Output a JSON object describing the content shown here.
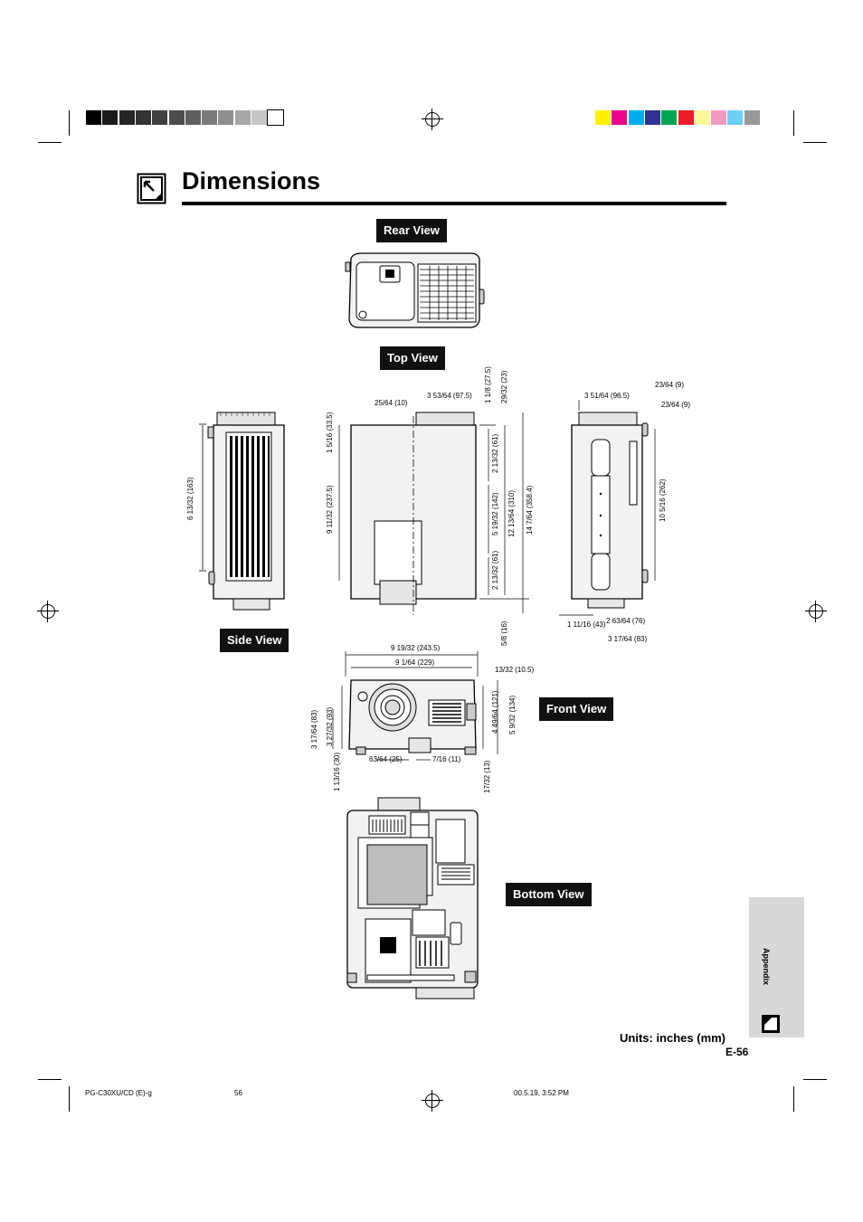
{
  "title": "Dimensions",
  "views": {
    "rear": "Rear View",
    "top": "Top View",
    "side": "Side View",
    "front": "Front View",
    "bottom": "Bottom View"
  },
  "units_label": "Units: inches (mm)",
  "page_number": "E-56",
  "section_tab": "Appendix",
  "footer": {
    "file": "PG-C30XU/CD (E)-g",
    "page": "56",
    "timestamp": "00.5.19, 3:52 PM"
  },
  "top_view_dims": {
    "d25_64": "25/64 (10)",
    "d3_53_64": "3 53/64 (97.5)",
    "d1_1_8": "1 1/8 (27.5)",
    "d29_32": "29/32 (23)",
    "d1_5_16": "1 5/16 (33.5)",
    "d9_11_32": "9 11/32 (237.5)",
    "d2_13_32a": "2 13/32 (61)",
    "d5_19_32": "5 19/32 (142)",
    "d2_13_32b": "2 13/32 (61)",
    "d12_13_64": "12 13/64 (310)",
    "d14_7_64": "14 7/64 (358.4)",
    "d5_8": "5/8 (16)"
  },
  "side_dims": {
    "d6_13_32": "6 13/32 (163)",
    "d3_51_64": "3 51/64 (96.5)",
    "d23_64a": "23/64 (9)",
    "d23_64b": "23/64 (9)",
    "d10_5_16": "10 5/16 (262)",
    "d1_11_16": "1 11/16 (43)",
    "d2_63_64": "2 63/64 (76)",
    "d3_17_64": "3 17/64 (83)"
  },
  "front_dims": {
    "d9_19_32": "9 19/32 (243.5)",
    "d9_1_64": "9 1/64 (229)",
    "d13_32": "13/32 (10.5)",
    "d3_17_64": "3 17/64 (83)",
    "d3_27_32": "3 27/32 (93)",
    "d4_49_64": "4 49/64 (121)",
    "d5_9_32": "5 9/32 (134)",
    "d63_64": "63/64 (25)",
    "d7_16": "7/16 (11)",
    "d1_13_16": "1 13/16 (30)",
    "d17_32": "17/32 (13)"
  },
  "colors": {
    "gray_bar": [
      "#000000",
      "#1a1a1a",
      "#262626",
      "#333333",
      "#404040",
      "#4d4d4d",
      "#5e5e5e",
      "#7a7a7a",
      "#8f8f8f",
      "#a8a8a8",
      "#c6c6c6",
      "#ffffff"
    ],
    "color_bar": [
      "#fff200",
      "#ec008c",
      "#00aeef",
      "#2e3192",
      "#00a651",
      "#ed1c24",
      "#fff799",
      "#f49ac1",
      "#6dcff6",
      "#999999"
    ],
    "label_bg": "#111111",
    "tab_bg": "#d8d8d8"
  }
}
